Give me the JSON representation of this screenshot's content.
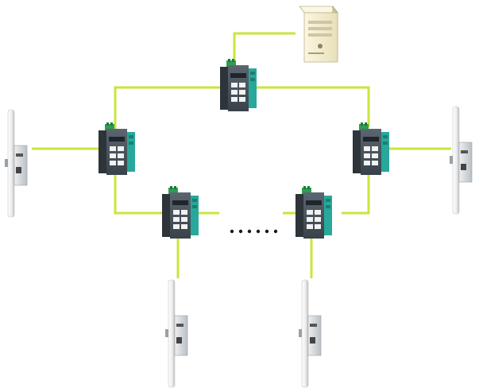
{
  "diagram": {
    "type": "network-topology",
    "colors": {
      "link": "#c8e63c",
      "switch_body": "#4a5560",
      "switch_dark": "#2d343a",
      "switch_panel": "#27a89a",
      "switch_port": "#f2f2f2",
      "switch_terminal": "#2e9e4f",
      "server_body": "#f3ecd2",
      "server_shade": "#cfc6a2",
      "antenna": "#f4f4f4",
      "ap_body": "#d9dde0"
    },
    "nodes": [
      {
        "id": "server",
        "kind": "server-icon"
      },
      {
        "id": "switch-top",
        "kind": "ethernet-switch-icon"
      },
      {
        "id": "switch-left",
        "kind": "ethernet-switch-icon"
      },
      {
        "id": "switch-right",
        "kind": "ethernet-switch-icon"
      },
      {
        "id": "switch-bottom-left",
        "kind": "ethernet-switch-icon"
      },
      {
        "id": "switch-bottom-right",
        "kind": "ethernet-switch-icon"
      },
      {
        "id": "ap-left",
        "kind": "wireless-access-point-icon"
      },
      {
        "id": "ap-right",
        "kind": "wireless-access-point-icon"
      },
      {
        "id": "ap-bottom-left",
        "kind": "wireless-access-point-icon"
      },
      {
        "id": "ap-bottom-right",
        "kind": "wireless-access-point-icon"
      }
    ],
    "links": [
      {
        "from": "switch-top",
        "to": "server"
      },
      {
        "from": "switch-top",
        "to": "switch-left"
      },
      {
        "from": "switch-top",
        "to": "switch-right"
      },
      {
        "from": "switch-left",
        "to": "switch-bottom-left"
      },
      {
        "from": "switch-right",
        "to": "switch-bottom-right"
      },
      {
        "from": "switch-bottom-left",
        "to": "switch-bottom-right",
        "style": "ellipsis"
      },
      {
        "from": "switch-left",
        "to": "ap-left"
      },
      {
        "from": "switch-right",
        "to": "ap-right"
      },
      {
        "from": "switch-bottom-left",
        "to": "ap-bottom-left"
      },
      {
        "from": "switch-bottom-right",
        "to": "ap-bottom-right"
      }
    ]
  }
}
